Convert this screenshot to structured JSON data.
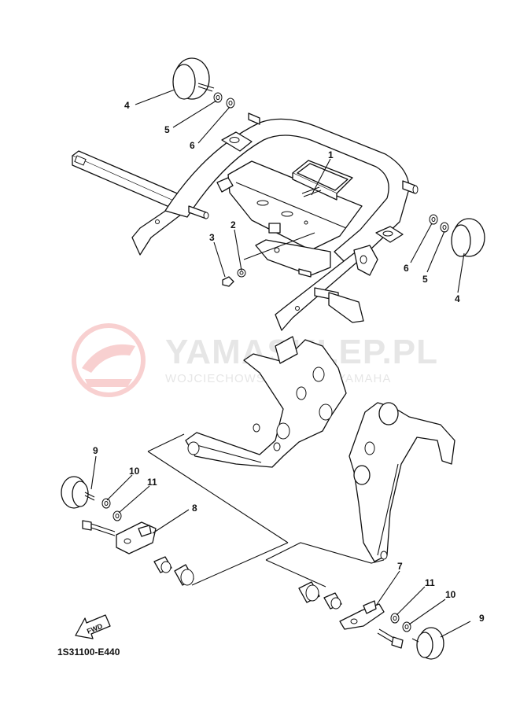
{
  "watermark": {
    "title": "YAMASKLEP.PL",
    "subtitle": "WOJCIECHOWSKI DEALER YAMAHA",
    "color": "#e03030"
  },
  "diagram_code": "1S31100-E440",
  "fwd_label": "FWD",
  "callouts": {
    "c1": "1",
    "c2": "2",
    "c3": "3",
    "c4a": "4",
    "c4b": "4",
    "c5a": "5",
    "c5b": "5",
    "c6a": "6",
    "c6b": "6",
    "c7": "7",
    "c8": "8",
    "c9a": "9",
    "c9b": "9",
    "c10a": "10",
    "c10b": "10",
    "c11a": "11",
    "c11b": "11"
  }
}
